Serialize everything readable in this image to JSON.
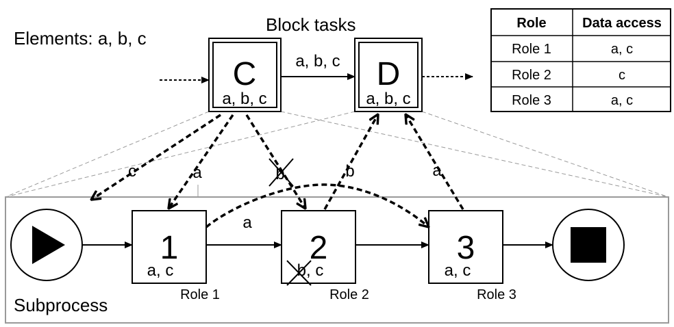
{
  "header": {
    "elements_label": "Elements: a, b, c",
    "block_tasks_label": "Block tasks"
  },
  "block_tasks": {
    "c": {
      "letter": "C",
      "elements": "a, b, c"
    },
    "d": {
      "letter": "D",
      "elements": "a, b, c"
    },
    "c_to_d_label": "a, b, c"
  },
  "subprocess": {
    "label": "Subprocess",
    "tasks": [
      {
        "number": "1",
        "elements": "a, c",
        "role": "Role 1"
      },
      {
        "number": "2",
        "elements": "b, c",
        "role": "Role 2"
      },
      {
        "number": "3",
        "elements": "a, c",
        "role": "Role 3"
      }
    ]
  },
  "data_flows": {
    "c_to_start": "c",
    "c_to_task1": "a",
    "c_to_task2": "b",
    "task2_to_d": "b",
    "task3_to_d": "a",
    "task1_to_task3": "a"
  },
  "access_table": {
    "headers": [
      "Role",
      "Data access"
    ],
    "rows": [
      [
        "Role 1",
        "a, c"
      ],
      [
        "Role 2",
        "c"
      ],
      [
        "Role 3",
        "a, c"
      ]
    ]
  }
}
